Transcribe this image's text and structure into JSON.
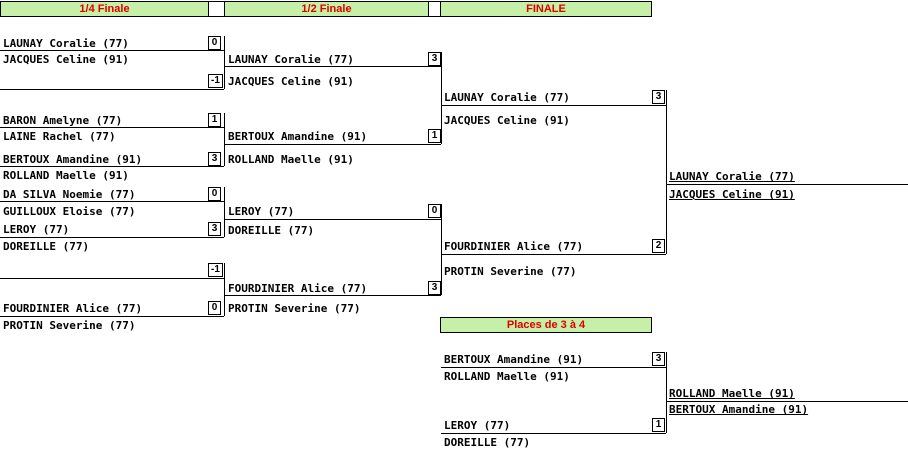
{
  "headers": {
    "quarter": "1/4 Finale",
    "semi": "1/2 Finale",
    "final": "FINALE",
    "places": "Places de 3 à 4"
  },
  "quarter": [
    {
      "p1": "LAUNAY Coralie (77)",
      "p2": "JACQUES Celine (91)",
      "s1": "0",
      "s2": "-1"
    },
    {
      "p1": "BARON Amelyne (77)",
      "p2": "LAINE Rachel (77)",
      "s1": "1"
    },
    {
      "p1": "BERTOUX Amandine (91)",
      "p2": "ROLLAND Maelle (91)",
      "s1": "3"
    },
    {
      "p1": "DA SILVA Noemie (77)",
      "p2": "GUILLOUX Eloise (77)",
      "s1": "0"
    },
    {
      "p1": "LEROY  (77)",
      "p2": "DOREILLE  (77)",
      "s1": "3"
    },
    {
      "p1": "FOURDINIER Alice (77)",
      "p2": "PROTIN Severine (77)",
      "s1": "-1",
      "s2": "0"
    }
  ],
  "semi": [
    {
      "p1": "LAUNAY Coralie (77)",
      "p2": "JACQUES Celine (91)",
      "s1": "3"
    },
    {
      "p1": "BERTOUX Amandine (91)",
      "p2": "ROLLAND Maelle (91)",
      "s1": "1"
    },
    {
      "p1": "LEROY  (77)",
      "p2": "DOREILLE  (77)",
      "s1": "0"
    },
    {
      "p1": "FOURDINIER Alice (77)",
      "p2": "PROTIN Severine (77)",
      "s1": "3"
    }
  ],
  "final": [
    {
      "p1": "LAUNAY Coralie (77)",
      "p2": "JACQUES Celine (91)",
      "s1": "3"
    },
    {
      "p1": "FOURDINIER Alice (77)",
      "p2": "PROTIN Severine (77)",
      "s1": "2"
    }
  ],
  "winner": {
    "p1": "LAUNAY Coralie (77)",
    "p2": "JACQUES Celine (91)"
  },
  "places": [
    {
      "p1": "BERTOUX Amandine (91)",
      "p2": "ROLLAND Maelle (91)",
      "s1": "3"
    },
    {
      "p1": "LEROY  (77)",
      "p2": "DOREILLE  (77)",
      "s1": "1"
    }
  ],
  "places_result": {
    "p1": "ROLLAND Maelle (91)",
    "p2": "BERTOUX Amandine (91)"
  }
}
